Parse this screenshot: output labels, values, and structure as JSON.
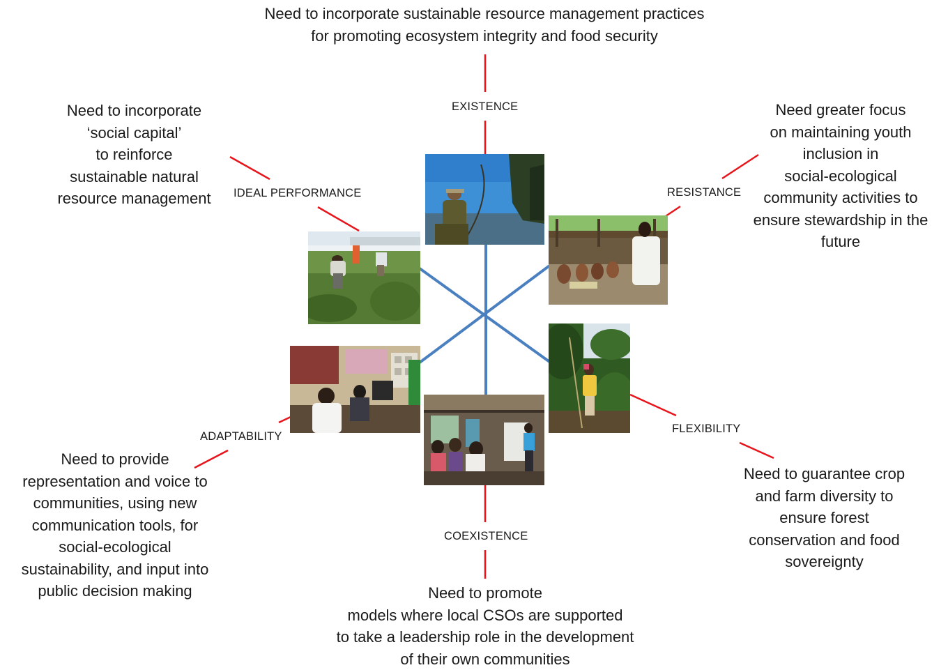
{
  "dimensions": {
    "existence": "EXISTENCE",
    "ideal_performance": "IDEAL PERFORMANCE",
    "resistance": "RESISTANCE",
    "adaptability": "ADAPTABILITY",
    "flexibility": "FLEXIBILITY",
    "coexistence": "COEXISTENCE"
  },
  "needs": {
    "existence": [
      "Need to incorporate sustainable resource  management practices",
      "for promoting ecosystem integrity and food security"
    ],
    "ideal_performance": [
      "Need to incorporate",
      "‘social capital’",
      "to reinforce",
      "sustainable natural",
      "resource management"
    ],
    "resistance": [
      "Need greater focus",
      "on maintaining youth",
      "inclusion in",
      "social-ecological",
      "community activities to",
      "ensure stewardship  in the",
      "future"
    ],
    "adaptability": [
      "Need to provide",
      "representation and voice  to",
      "communities, using new",
      "communication tools, for",
      "social-ecological",
      "sustainability, and  input into",
      "public decision  making"
    ],
    "flexibility": [
      "Need to guarantee crop",
      "and farm diversity to",
      "ensure forest",
      "conservation and food",
      "sovereignty"
    ],
    "coexistence": [
      "Need to promote",
      "models where local CSOs are supported",
      "to take a leadership role in the development",
      "of their own communities"
    ]
  },
  "colors": {
    "connector": "#e8141b",
    "hub": "#4a7fc0",
    "text": "#1a1a1a"
  },
  "photos": {
    "existence": "fisherman-photo",
    "ideal_performance": "farm-field-photo",
    "resistance": "community-gathering-photo",
    "adaptability": "office-communication-photo",
    "flexibility": "forest-garden-photo",
    "coexistence": "meeting-photo"
  }
}
